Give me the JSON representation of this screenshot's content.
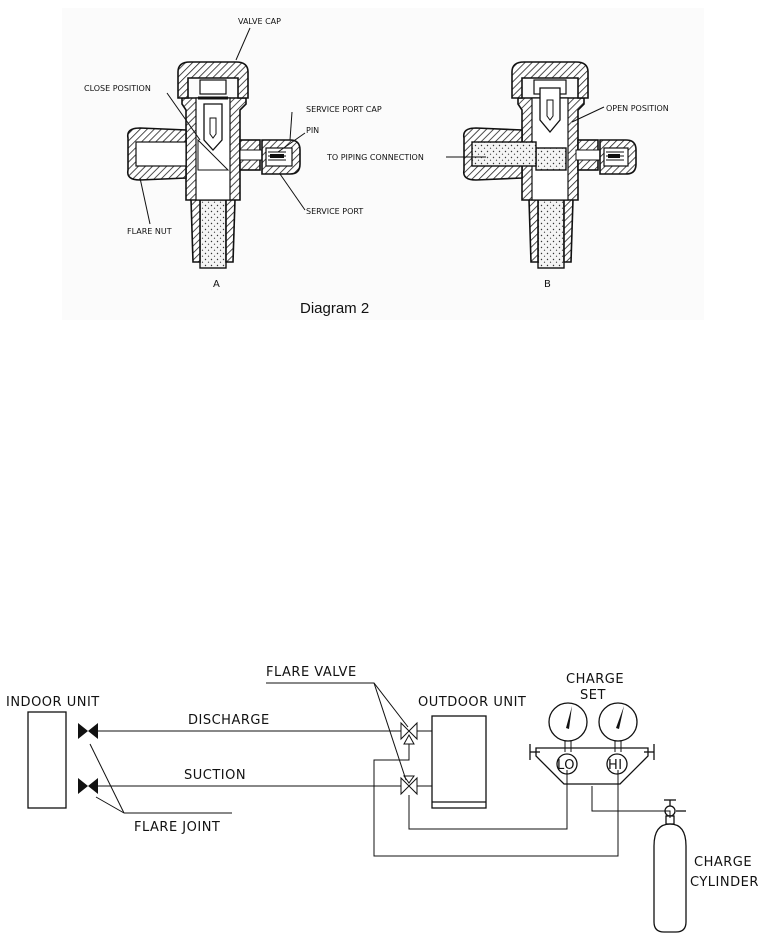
{
  "valve_diagram": {
    "caption": "Diagram 2",
    "view_a": {
      "letter": "A",
      "labels": {
        "valve_cap": "VALVE CAP",
        "close_position": "CLOSE POSITION",
        "service_port_cap": "SERVICE PORT CAP",
        "pin": "PIN",
        "flare_nut": "FLARE NUT",
        "service_port": "SERVICE PORT"
      }
    },
    "view_b": {
      "letter": "B",
      "labels": {
        "open_position": "OPEN POSITION",
        "to_piping_connection": "TO PIPING CONNECTION"
      }
    }
  },
  "system_diagram": {
    "indoor_unit": "INDOOR UNIT",
    "outdoor_unit": "OUTDOOR UNIT",
    "flare_valve": "FLARE VALVE",
    "flare_joint": "FLARE JOINT",
    "discharge": "DISCHARGE",
    "suction": "SUCTION",
    "charge_set_line1": "CHARGE",
    "charge_set_line2": "SET",
    "gauge_lo": "LO",
    "gauge_hi": "HI",
    "charge_cylinder_line1": "CHARGE",
    "charge_cylinder_line2": "CYLINDER"
  }
}
